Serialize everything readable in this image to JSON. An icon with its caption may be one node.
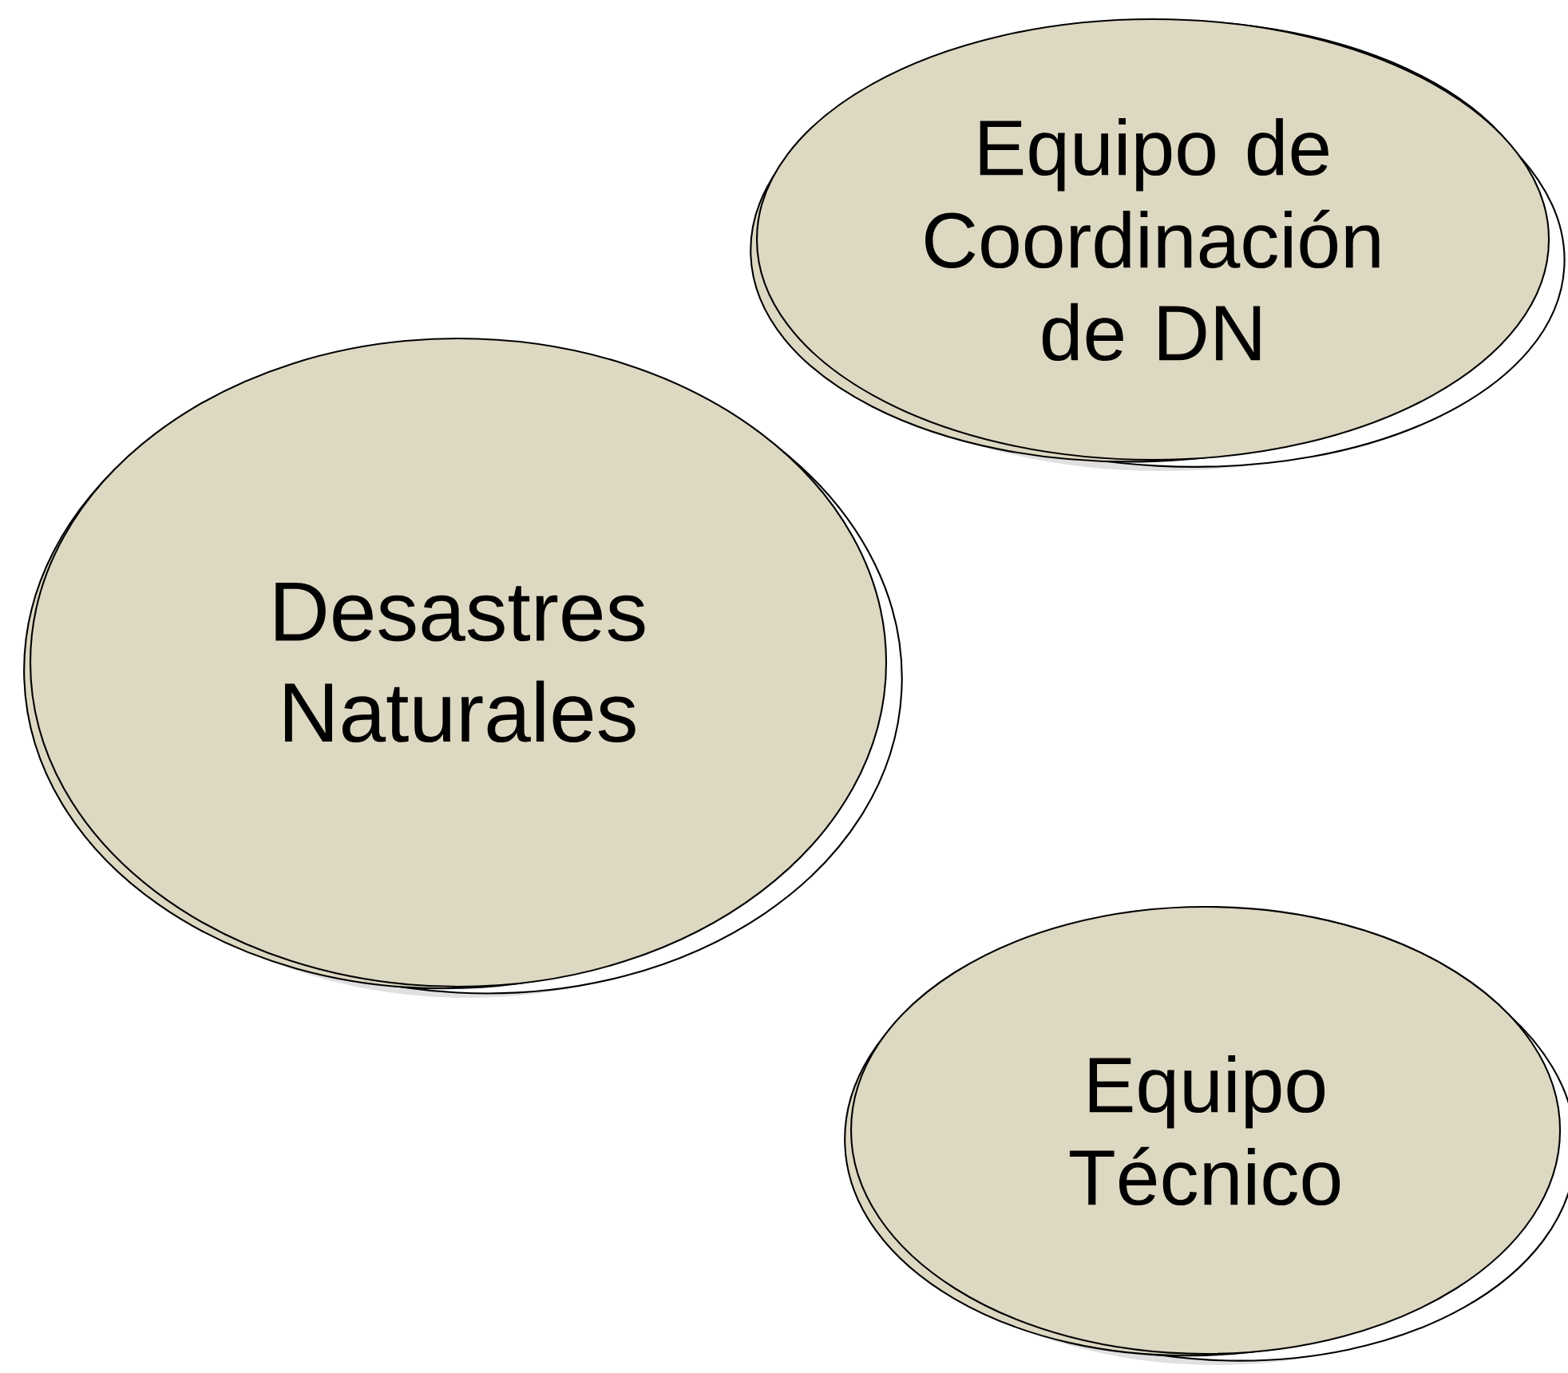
{
  "diagram": {
    "nodes": [
      {
        "text": [
          "Desastres Naturales"
        ]
      },
      {
        "text": [
          "Equipo de Coordinación de DN"
        ]
      },
      {
        "text": [
          "Equipo Técnico"
        ]
      }
    ]
  }
}
